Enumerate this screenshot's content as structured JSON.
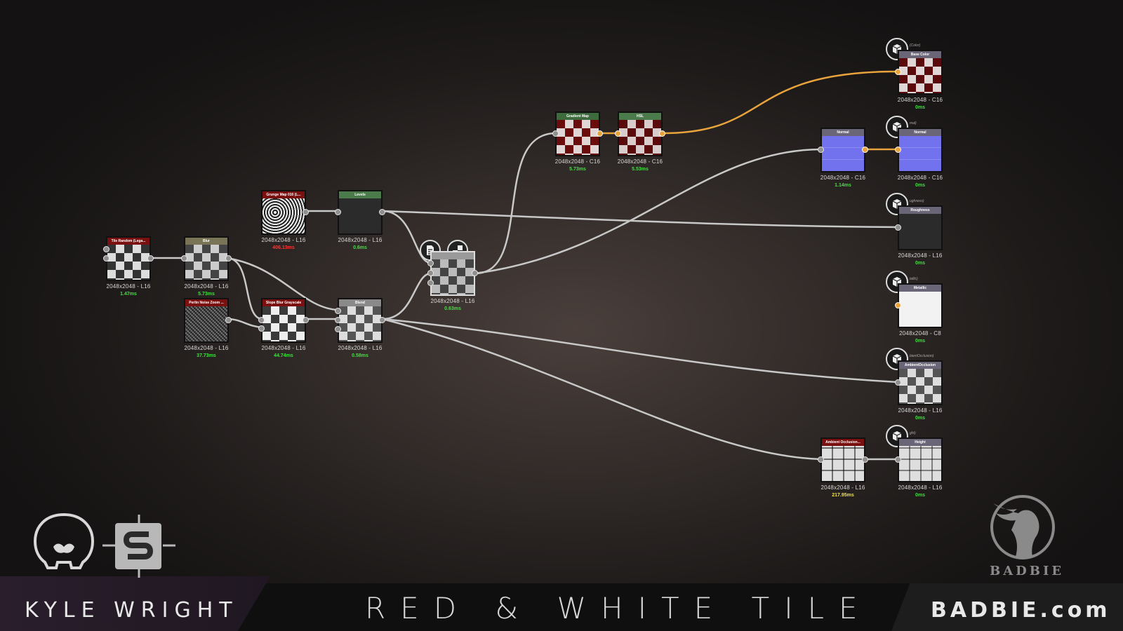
{
  "footer": {
    "author": "KYLE WRIGHT",
    "title": "RED & WHITE TILE",
    "site": "BADBIE.com",
    "brand": "BADBIE"
  },
  "nodes": {
    "tile_random": {
      "header": "Tile Random (Lega...",
      "res": "2048x2048 - L16",
      "time": "1.47ms"
    },
    "blur": {
      "header": "Blur",
      "res": "2048x2048 - L16",
      "time": "5.73ms"
    },
    "perlin": {
      "header": "Perlin Noise Zoom ...",
      "res": "2048x2048 - L16",
      "time": "37.73ms"
    },
    "grunge": {
      "header": "Grunge Map 010 (L...",
      "res": "2048x2048 - L16",
      "time": "406.13ms"
    },
    "slope_blur": {
      "header": "Slope Blur Grayscale",
      "res": "2048x2048 - L16",
      "time": "44.74ms"
    },
    "levels": {
      "header": "Levels",
      "res": "2048x2048 - L16",
      "time": "0.6ms"
    },
    "blend1": {
      "header": "Blend",
      "res": "2048x2048 - L16",
      "time": "0.58ms"
    },
    "blend2": {
      "header": "",
      "res": "2048x2048 - L16",
      "time": "0.63ms"
    },
    "gradient_map": {
      "header": "Gradient Map",
      "res": "2048x2048 - C16",
      "time": "5.73ms"
    },
    "hsl": {
      "header": "HSL",
      "res": "2048x2048 - C16",
      "time": "5.53ms"
    },
    "normal": {
      "header": "Normal",
      "res": "2048x2048 - C16",
      "time": "1.14ms"
    },
    "ao": {
      "header": "Ambient Occlusion...",
      "res": "2048x2048 - L16",
      "time": "217.95ms"
    },
    "out_basecolor": {
      "header": "Base Color",
      "sub": "(Color)",
      "res": "2048x2048 - C16",
      "time": "0ms"
    },
    "out_normal": {
      "header": "Normal",
      "sub": "mal)",
      "res": "2048x2048 - C16",
      "time": "0ms"
    },
    "out_roughness": {
      "header": "Roughness",
      "sub": "ughness)",
      "res": "2048x2048 - L16",
      "time": "0ms"
    },
    "out_metallic": {
      "header": "Metallic",
      "sub": "tallic)",
      "res": "2048x2048 - C8",
      "time": "0ms"
    },
    "out_ao": {
      "header": "AmbientOcclusion",
      "sub": "bientOcclusion)",
      "res": "2048x2048 - L16",
      "time": "0ms"
    },
    "out_height": {
      "header": "Height",
      "sub": "ght)",
      "res": "2048x2048 - L16",
      "time": "0ms"
    }
  },
  "colors": {
    "wire_gray": "#c8c8c8",
    "wire_orange": "#e8a33c",
    "time_green": "#3fe23f",
    "time_red": "#ff3535",
    "time_yellow": "#f0e040",
    "header_red": "#7a1010",
    "header_green": "#4b7a4b",
    "header_olive": "#7a7456",
    "header_gray": "#8a8a8a",
    "header_purple": "#6a6678",
    "normal_blue": "#7272ee"
  }
}
